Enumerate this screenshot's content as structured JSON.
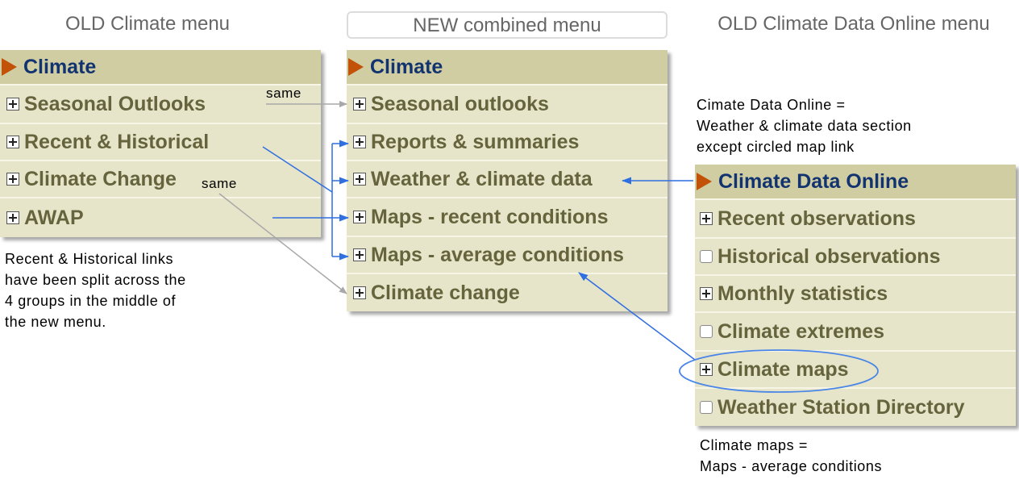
{
  "titles": {
    "old_climate": "OLD Climate menu",
    "new_combined": "NEW combined menu",
    "old_cdo": "OLD Climate Data Online menu"
  },
  "old_menu": {
    "header": "Climate",
    "items": [
      {
        "label": "Seasonal Outlooks",
        "icon": "plus-box-icon"
      },
      {
        "label": "Recent & Historical",
        "icon": "plus-box-icon"
      },
      {
        "label": "Climate Change",
        "icon": "plus-box-icon"
      },
      {
        "label": "AWAP",
        "icon": "plus-box-icon"
      }
    ]
  },
  "new_menu": {
    "header": "Climate",
    "items": [
      {
        "label": "Seasonal outlooks",
        "icon": "plus-box-icon"
      },
      {
        "label": "Reports & summaries",
        "icon": "plus-box-icon"
      },
      {
        "label": "Weather & climate data",
        "icon": "plus-box-icon"
      },
      {
        "label": "Maps - recent conditions",
        "icon": "plus-box-icon"
      },
      {
        "label": "Maps - average conditions",
        "icon": "plus-box-icon"
      },
      {
        "label": "Climate change",
        "icon": "plus-box-icon"
      }
    ]
  },
  "cdo_menu": {
    "header": "Climate Data Online",
    "items": [
      {
        "label": "Recent observations",
        "icon": "plus-box-icon"
      },
      {
        "label": "Historical observations",
        "icon": "empty-box-icon"
      },
      {
        "label": "Monthly statistics",
        "icon": "plus-box-icon"
      },
      {
        "label": "Climate extremes",
        "icon": "empty-box-icon"
      },
      {
        "label": "Climate maps",
        "icon": "plus-box-icon"
      },
      {
        "label": "Weather Station Directory",
        "icon": "empty-box-icon"
      }
    ]
  },
  "notes": {
    "recent_historical": [
      "Recent & Historical links",
      "have been split across the",
      "4 groups in the middle of",
      "the new menu."
    ],
    "cdo": [
      "Cimate Data Online  =",
      "Weather & climate data section",
      "except circled map link"
    ],
    "climate_maps": [
      "Climate maps =",
      "Maps - average conditions"
    ]
  },
  "labels": {
    "same_1": "same",
    "same_2": "same"
  },
  "colors": {
    "menu_bg": "#e6e5c9",
    "header_bg": "#d1cda3",
    "header_text": "#11336f",
    "item_text": "#66643d",
    "triangle": "#c35209",
    "arrow_blue": "#2f6fe0",
    "arrow_gray": "#a8a8a8"
  }
}
